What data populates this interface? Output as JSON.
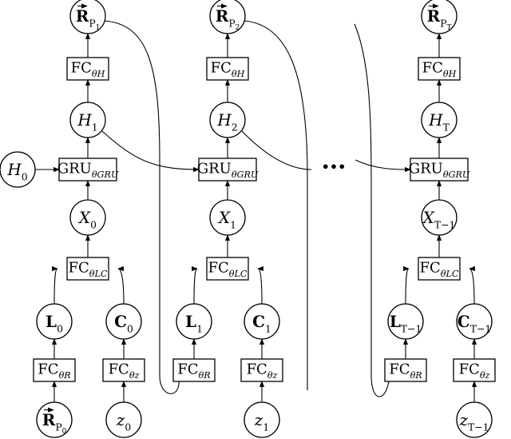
{
  "columns": [
    {
      "id": "1",
      "r_top": {
        "main": "R",
        "sub": "P",
        "sub2": "1"
      },
      "fc_h": {
        "main": "FC",
        "sub": "θH"
      },
      "h": {
        "main": "H",
        "sub": "1"
      },
      "gru": {
        "main": "GRU",
        "sub": "θGRU"
      },
      "x": {
        "main": "X",
        "sub": "0"
      },
      "fc_lc": {
        "main": "FC",
        "sub": "θLC"
      },
      "l": {
        "main": "L",
        "sub": "0"
      },
      "c": {
        "main": "C",
        "sub": "0"
      },
      "fc_r": {
        "main": "FC",
        "sub": "θR"
      },
      "fc_z": {
        "main": "FC",
        "sub": "θz"
      },
      "r_in": {
        "main": "R",
        "sub": "P",
        "sub2": "0"
      },
      "z": {
        "main": "z",
        "sub": "0"
      }
    },
    {
      "id": "2",
      "r_top": {
        "main": "R",
        "sub": "P",
        "sub2": "2"
      },
      "fc_h": {
        "main": "FC",
        "sub": "θH"
      },
      "h": {
        "main": "H",
        "sub": "2"
      },
      "gru": {
        "main": "GRU",
        "sub": "θGRU"
      },
      "x": {
        "main": "X",
        "sub": "1"
      },
      "fc_lc": {
        "main": "FC",
        "sub": "θLC"
      },
      "l": {
        "main": "L",
        "sub": "1"
      },
      "c": {
        "main": "C",
        "sub": "1"
      },
      "fc_r": {
        "main": "FC",
        "sub": "θR"
      },
      "fc_z": {
        "main": "FC",
        "sub": "θz"
      },
      "z": {
        "main": "z",
        "sub": "1"
      }
    },
    {
      "id": "T",
      "r_top": {
        "main": "R",
        "sub": "P",
        "sub2": "T"
      },
      "fc_h": {
        "main": "FC",
        "sub": "θH"
      },
      "h": {
        "main": "H",
        "sub": "T"
      },
      "gru": {
        "main": "GRU",
        "sub": "θGRU"
      },
      "x": {
        "main": "X",
        "sub": "T−1"
      },
      "fc_lc": {
        "main": "FC",
        "sub": "θLC"
      },
      "l": {
        "main": "L",
        "sub": "T−1"
      },
      "c": {
        "main": "C",
        "sub": "T−1"
      },
      "fc_r": {
        "main": "FC",
        "sub": "θR"
      },
      "fc_z": {
        "main": "FC",
        "sub": "θz"
      },
      "z": {
        "main": "z",
        "sub": "T−1"
      }
    }
  ],
  "h0": {
    "main": "H",
    "sub": "0"
  },
  "ellipsis": "•••"
}
